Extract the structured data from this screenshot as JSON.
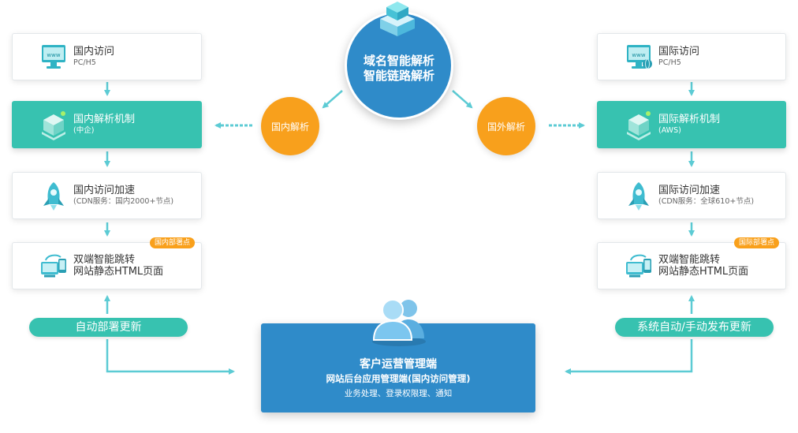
{
  "center": {
    "line1": "域名智能解析",
    "line2": "智能链路解析"
  },
  "left": {
    "box1": {
      "title": "国内访问",
      "sub": "PC/H5"
    },
    "box2": {
      "title": "国内解析机制",
      "sub": "(中企)"
    },
    "box3": {
      "title": "国内访问加速",
      "sub": "(CDN服务：国内2000+节点)"
    },
    "box4": {
      "title": "双端智能跳转",
      "sub": "网站静态HTML页面",
      "badge": "国内部署点"
    },
    "pill": "自动部署更新",
    "resolve": "国内解析"
  },
  "right": {
    "box1": {
      "title": "国际访问",
      "sub": "PC/H5"
    },
    "box2": {
      "title": "国际解析机制",
      "sub": "(AWS)"
    },
    "box3": {
      "title": "国际访问加速",
      "sub": "(CDN服务：全球610+节点)"
    },
    "box4": {
      "title": "双端智能跳转",
      "sub": "网站静态HTML页面",
      "badge": "国际部署点"
    },
    "pill": "系统自动/手动发布更新",
    "resolve": "国外解析"
  },
  "panel": {
    "title": "客户运营管理端",
    "subtitle": "网站后台应用管理端(国内访问管理)",
    "desc": "业务处理、登录权限理、通知"
  },
  "icons": {
    "browser": "www-browser-icon",
    "dns": "server-cube-icon",
    "rocket": "rocket-icon",
    "devices": "devices-sync-icon",
    "users": "users-icon",
    "cloud": "server-cloud-icon"
  },
  "colors": {
    "teal": "#37c2b0",
    "orange": "#f8a01c",
    "blue": "#2f8bc9",
    "arrow": "#5ccbd4"
  }
}
